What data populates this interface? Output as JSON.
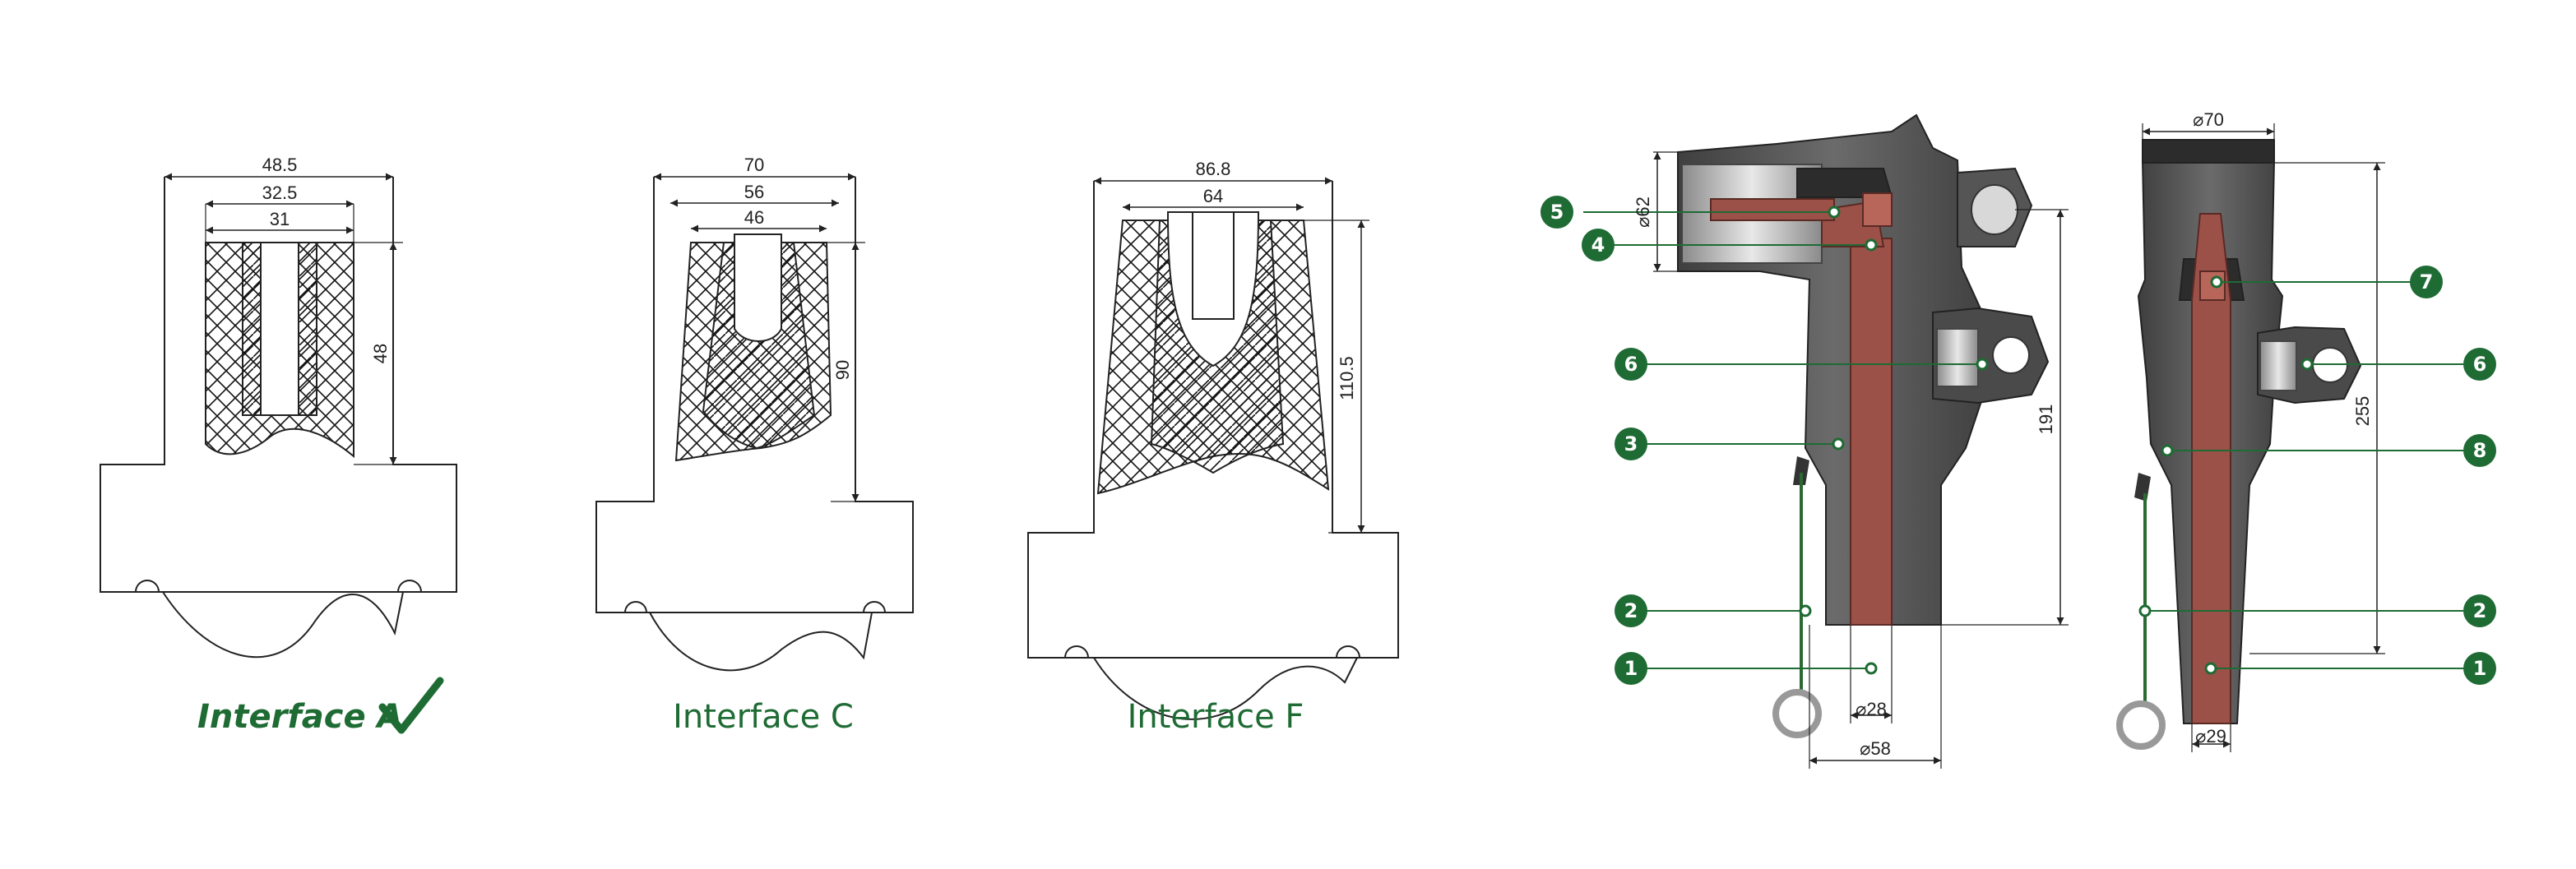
{
  "colors": {
    "accent_green": "#1e6b34",
    "housing_dark": "#4a4a4a",
    "housing_mid": "#6a6a6a",
    "conductor_brown": "#9b5148",
    "line": "#222222"
  },
  "interfaces": [
    {
      "caption": "Interface A",
      "selected": true,
      "check_icon": "check-icon",
      "dims": {
        "outer": "48.5",
        "mid": "32.5",
        "inner": "31",
        "height": "48"
      }
    },
    {
      "caption": "Interface C",
      "selected": false,
      "dims": {
        "outer": "70",
        "mid": "56",
        "inner": "46",
        "height": "90"
      }
    },
    {
      "caption": "Interface F",
      "selected": false,
      "dims": {
        "outer": "86.8",
        "inner": "64",
        "height": "110.5"
      }
    }
  ],
  "elbow": {
    "dims": {
      "diameter_top": "⌀62",
      "height": "191",
      "diameter_conductor": "⌀28",
      "diameter_base": "⌀58"
    },
    "callouts": [
      "5",
      "4",
      "6",
      "3",
      "2",
      "1"
    ]
  },
  "straight": {
    "dims": {
      "diameter_top": "⌀70",
      "height": "255",
      "diameter_conductor": "⌀29"
    },
    "callouts": [
      "7",
      "6",
      "8",
      "2",
      "1"
    ]
  }
}
